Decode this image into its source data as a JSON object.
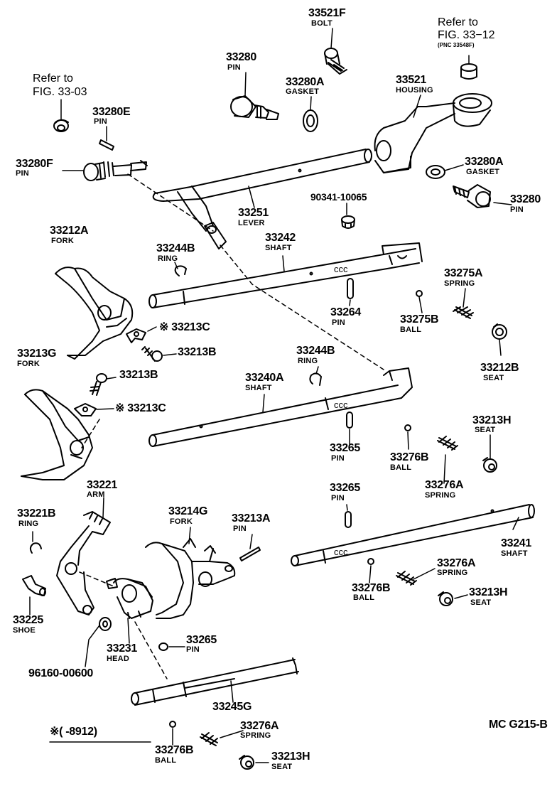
{
  "refs": {
    "fig3303": {
      "l1": "Refer to",
      "l2": "FIG. 33-03"
    },
    "fig3312": {
      "l1": "Refer to",
      "l2": "FIG. 33−12",
      "pnc": "(PNC 33548F)"
    }
  },
  "parts": {
    "p33521F": {
      "num": "33521F",
      "name": "BOLT"
    },
    "p33280_top": {
      "num": "33280",
      "name": "PIN"
    },
    "p33280A_top": {
      "num": "33280A",
      "name": "GASKET"
    },
    "p33521": {
      "num": "33521",
      "name": "HOUSING"
    },
    "p33280E": {
      "num": "33280E",
      "name": "PIN"
    },
    "p33280F": {
      "num": "33280F",
      "name": "PIN"
    },
    "p33280A_right": {
      "num": "33280A",
      "name": "GASKET"
    },
    "p90341": {
      "num": "90341-10065",
      "name": ""
    },
    "p33280_right": {
      "num": "33280",
      "name": "PIN"
    },
    "p33251": {
      "num": "33251",
      "name": "LEVER"
    },
    "p33212A": {
      "num": "33212A",
      "name": "FORK"
    },
    "p33242": {
      "num": "33242",
      "name": "SHAFT"
    },
    "p33244B_1": {
      "num": "33244B",
      "name": "RING"
    },
    "p33275A": {
      "num": "33275A",
      "name": "SPRING"
    },
    "p33264": {
      "num": "33264",
      "name": "PIN"
    },
    "p33275B": {
      "num": "33275B",
      "name": "BALL"
    },
    "p33213C_1": {
      "num": "33213C",
      "name": ""
    },
    "p33213B_1": {
      "num": "33213B",
      "name": ""
    },
    "p33212B": {
      "num": "33212B",
      "name": "SEAT"
    },
    "p33213G": {
      "num": "33213G",
      "name": "FORK"
    },
    "p33244B_2": {
      "num": "33244B",
      "name": "RING"
    },
    "p33213B_2": {
      "num": "33213B",
      "name": ""
    },
    "p33240A": {
      "num": "33240A",
      "name": "SHAFT"
    },
    "p33213C_2": {
      "num": "33213C",
      "name": ""
    },
    "p33213H_1": {
      "num": "33213H",
      "name": "SEAT"
    },
    "p33265_1": {
      "num": "33265",
      "name": "PIN"
    },
    "p33276B_1": {
      "num": "33276B",
      "name": "BALL"
    },
    "p33276A_1": {
      "num": "33276A",
      "name": "SPRING"
    },
    "p33221": {
      "num": "33221",
      "name": "ARM"
    },
    "p33265_2": {
      "num": "33265",
      "name": "PIN"
    },
    "p33221B": {
      "num": "33221B",
      "name": "RING"
    },
    "p33214G": {
      "num": "33214G",
      "name": "FORK"
    },
    "p33213A": {
      "num": "33213A",
      "name": "PIN"
    },
    "p33241": {
      "num": "33241",
      "name": "SHAFT"
    },
    "p33276A_2": {
      "num": "33276A",
      "name": "SPRING"
    },
    "p33276B_2": {
      "num": "33276B",
      "name": "BALL"
    },
    "p33213H_2": {
      "num": "33213H",
      "name": "SEAT"
    },
    "p33225": {
      "num": "33225",
      "name": "SHOE"
    },
    "p33231": {
      "num": "33231",
      "name": "HEAD"
    },
    "p33265_3": {
      "num": "33265",
      "name": "PIN"
    },
    "p96160": {
      "num": "96160-00600",
      "name": ""
    },
    "p33245G": {
      "num": "33245G",
      "name": ""
    },
    "p33276A_3": {
      "num": "33276A",
      "name": "SPRING"
    },
    "p33276B_3": {
      "num": "33276B",
      "name": "BALL"
    },
    "p33213H_3": {
      "num": "33213H",
      "name": "SEAT"
    }
  },
  "marks": {
    "asterisk": "※"
  },
  "footnote": {
    "text": "※(    -8912)"
  },
  "figure_code": "MC G215-B"
}
